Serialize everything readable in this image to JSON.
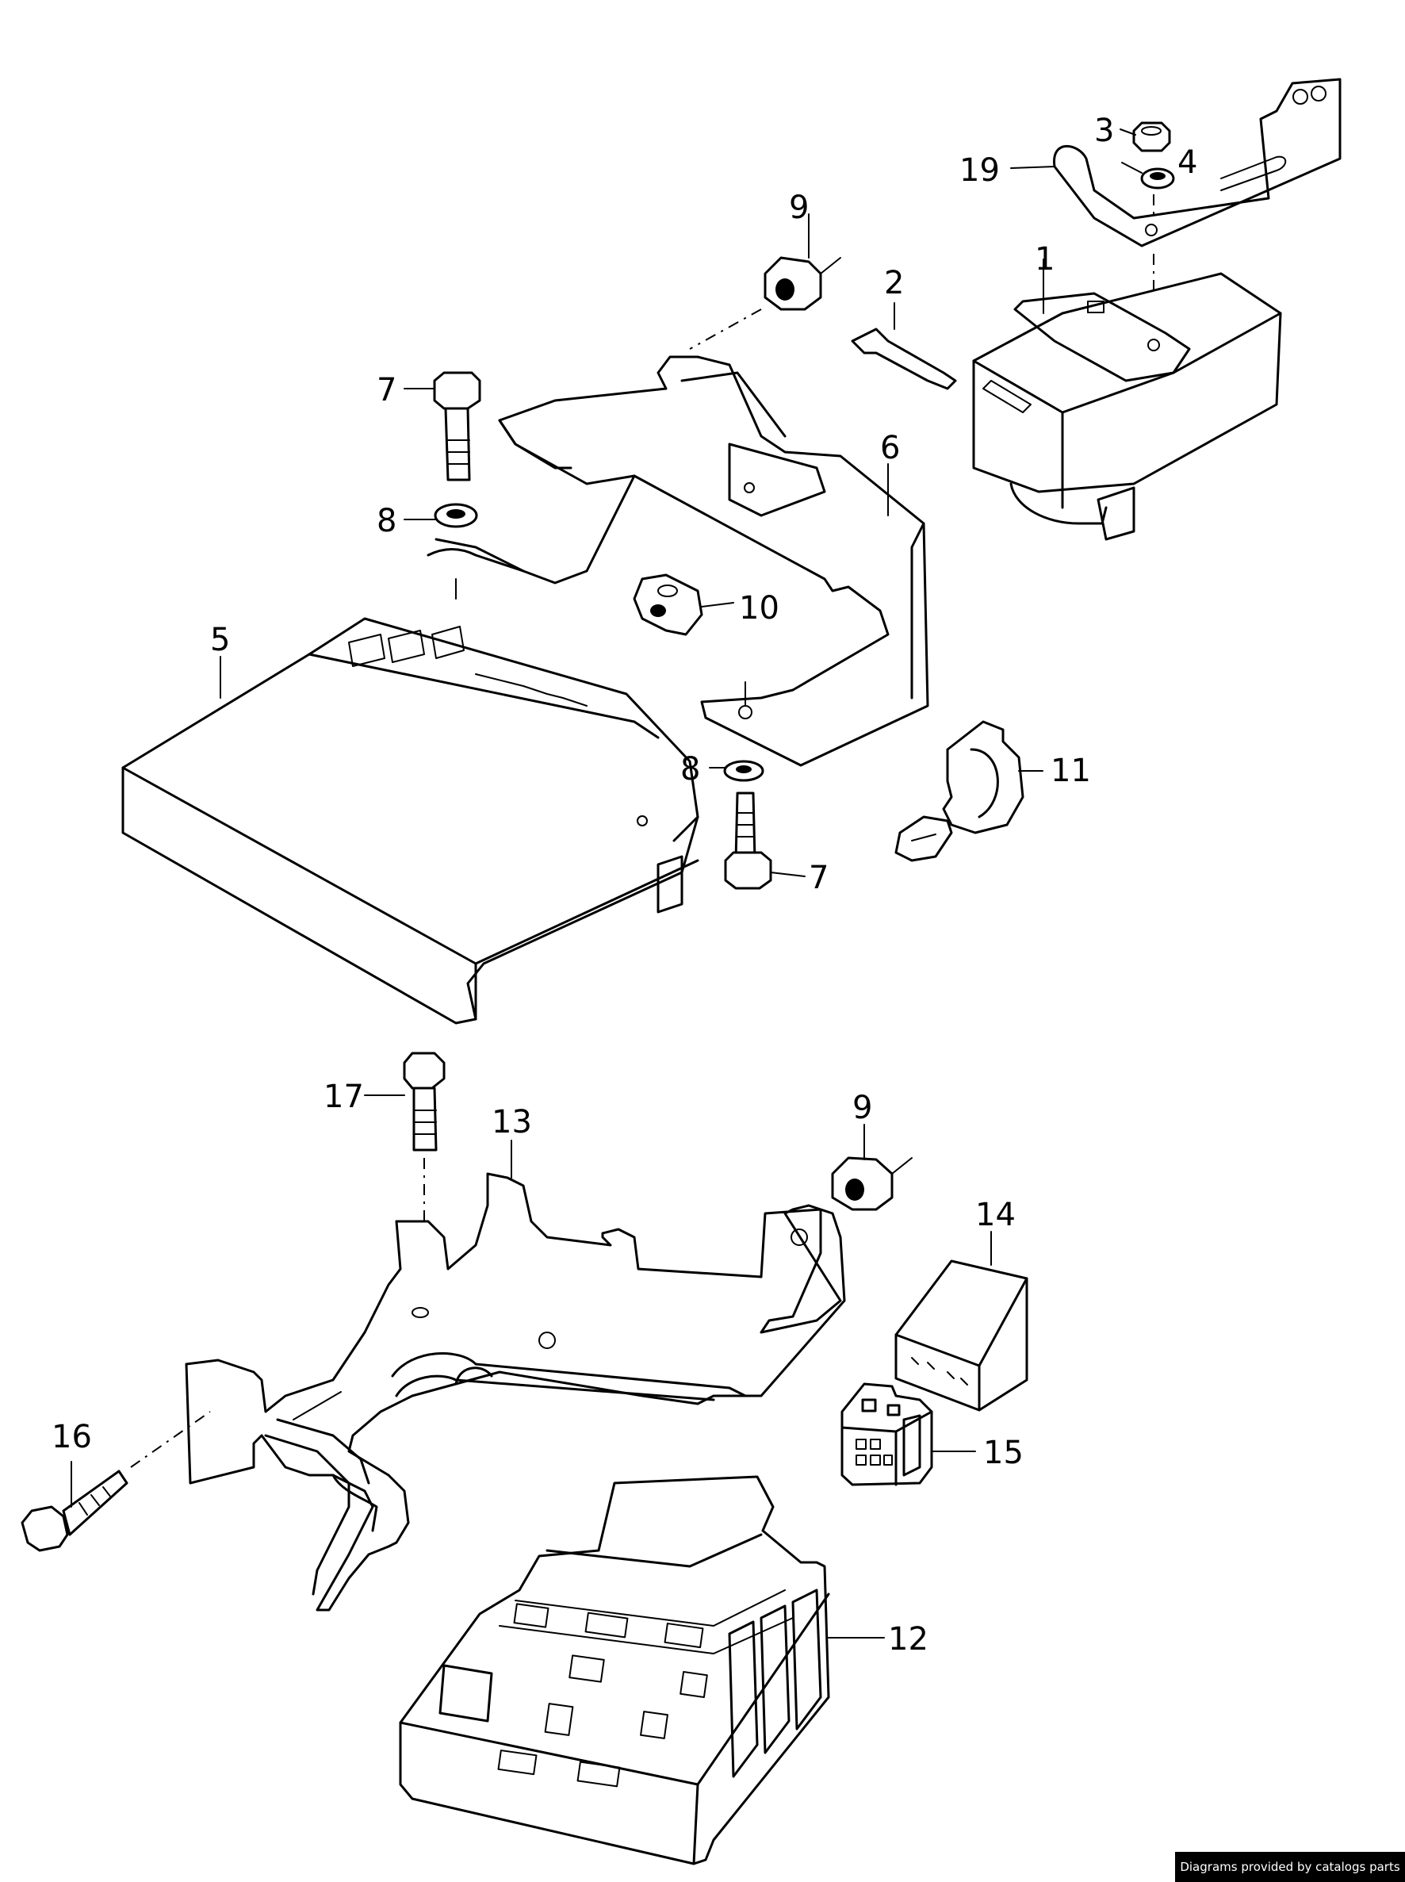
{
  "callouts": {
    "c1": "1",
    "c2": "2",
    "c3": "3",
    "c4": "4",
    "c5": "5",
    "c6": "6",
    "c7a": "7",
    "c7b": "7",
    "c8a": "8",
    "c8b": "8",
    "c9a": "9",
    "c9b": "9",
    "c10": "10",
    "c11": "11",
    "c12": "12",
    "c13": "13",
    "c14": "14",
    "c15": "15",
    "c16": "16",
    "c17": "17",
    "c19": "19"
  },
  "footer": {
    "credit": "Diagrams provided by catalogs parts"
  }
}
